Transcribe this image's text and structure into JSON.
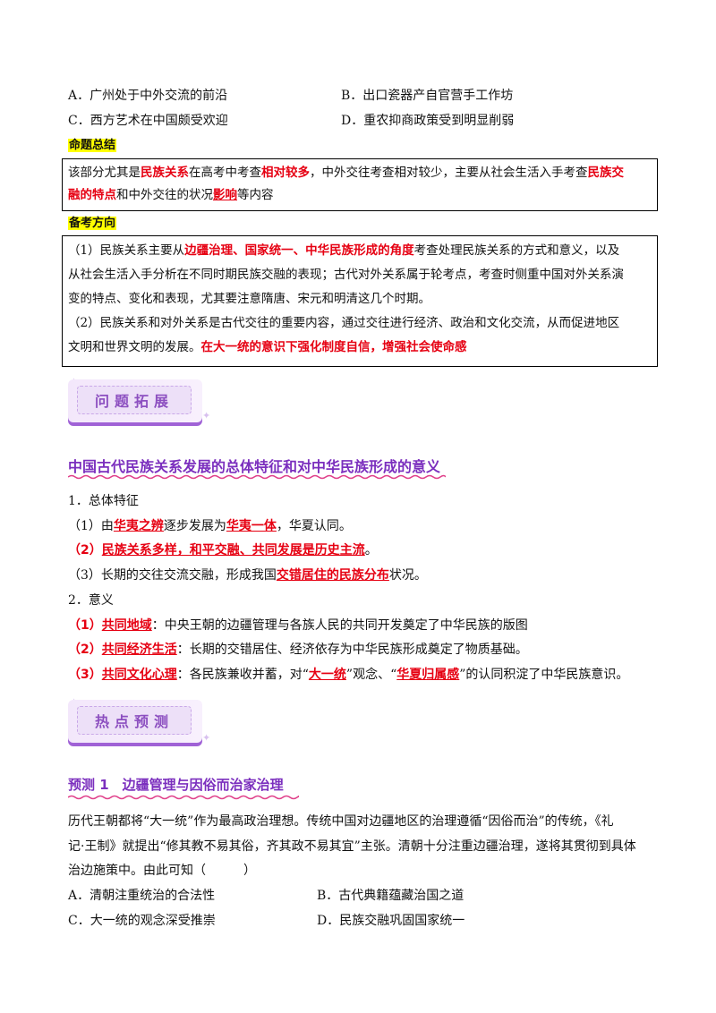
{
  "options_top": {
    "a": "A．广州处于中外交流的前沿",
    "b": "B．出口瓷器产自官营手工作坊",
    "c": "C．西方艺术在中国颇受欢迎",
    "d": "D．重农抑商政策受到明显削弱"
  },
  "summary": {
    "heading": "命题总结",
    "t1": "该部分尤其是",
    "r1": "民族关系",
    "t2": "在高考中考查",
    "r2": "相对较多",
    "t3": "，中外交往考查相对较少，主要从社会生活入手考查",
    "r3": "民族交",
    "r4": "融的特点",
    "t4": "和中外交往的状况",
    "r5": "影响",
    "t5": "等内容"
  },
  "direction": {
    "heading": "备考方向",
    "p1_a": "（1）民族关系主要从",
    "p1_r": "边疆治理、国家统一、中华民族形成的角度",
    "p1_b": "考查处理民族关系的方式和意义，以及",
    "p1_c": "从社会生活入手分析在不同时期民族交融的表现；古代对外关系属于轮考点，考查时侧重中国对外关系演",
    "p1_d": "变的特点、变化和表现，尤其要注意隋唐、宋元和明清这几个时期。",
    "p2_a": "（2）民族关系和对外关系是古代交往的重要内容，通过交往进行经济、政治和文化交流，从而促进地区",
    "p2_b": "文明和世界文明的发展。",
    "p2_r": "在大一统的意识下强化制度自信，增强社会使命感"
  },
  "badge1": "问题拓展",
  "section1": {
    "title": "中国古代民族关系发展的总体特征和对中华民族形成的意义",
    "h1": "1．总体特征",
    "l1_a": "（1）由",
    "l1_r1": "华夷之辨",
    "l1_b": "逐步发展为",
    "l1_r2": "华夷一体",
    "l1_c": "，华夏认同。",
    "l2_num": "（2）",
    "l2_r": "民族关系多样，和平交融、共同发展是历史主流",
    "l2_c": "。",
    "l3_a": "（3）长期的交往交流交融，形成我国",
    "l3_r": "交错居住的民族分布",
    "l3_c": "状况。",
    "h2": "2．意义",
    "m1_num": "（1）",
    "m1_r": "共同地域",
    "m1_c": "：中央王朝的边疆管理与各族人民的共同开发奠定了中华民族的版图",
    "m2_num": "（2）",
    "m2_r": "共同经济生活",
    "m2_c": "：长期的交错居住、经济依存为中华民族形成奠定了物质基础。",
    "m3_num": "（3）",
    "m3_r": "共同文化心理",
    "m3_c": "：各民族兼收并蓄，对“",
    "m3_r2": "大一统",
    "m3_d": "”观念、“",
    "m3_r3": "华夏归属感",
    "m3_e": "”的认同积淀了中华民族意识。"
  },
  "badge2": "热点预测",
  "predict": {
    "title": "预测 1　边疆管理与因俗而治家治理",
    "q1": "历代王朝都将“大一统”作为最高政治理想。传统中国对边疆地区的治理遵循“因俗而治”的传统，《礼",
    "q2": "记·王制》就提出“修其教不易其俗，齐其政不易其宜”主张。清朝十分注重边疆治理，遂将其贯彻到具体",
    "q3": "治边施策中。由此可知（　　　）",
    "a": "A．清朝注重统治的合法性",
    "b": "B．古代典籍蕴藏治国之道",
    "c": "C．大一统的观念深受推崇",
    "d": "D．民族交融巩固国家统一"
  },
  "colors": {
    "accent_red": "#e60012",
    "purple": "#7b2fbe",
    "highlight": "#ffff00"
  }
}
